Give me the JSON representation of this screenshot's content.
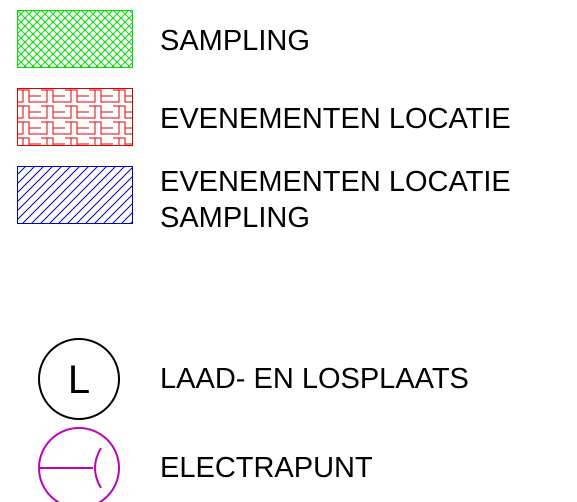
{
  "legend": {
    "items": [
      {
        "label": "SAMPLING",
        "symbol": "crosshatch-swatch",
        "color": "#00dd00"
      },
      {
        "label": "EVENEMENTEN LOCATIE",
        "symbol": "brick-hatch-swatch",
        "color": "#e00000"
      },
      {
        "label_line1": "EVENEMENTEN LOCATIE",
        "label_line2": "SAMPLING",
        "symbol": "diagonal-hatch-swatch",
        "color": "#0000cc"
      },
      {
        "label": "LAAD- EN LOSPLAATS",
        "symbol": "loading-point-icon",
        "glyph": "L",
        "color": "#000000"
      },
      {
        "label": "ELECTRAPUNT",
        "symbol": "electrical-point-icon",
        "color": "#c000c0"
      }
    ]
  }
}
